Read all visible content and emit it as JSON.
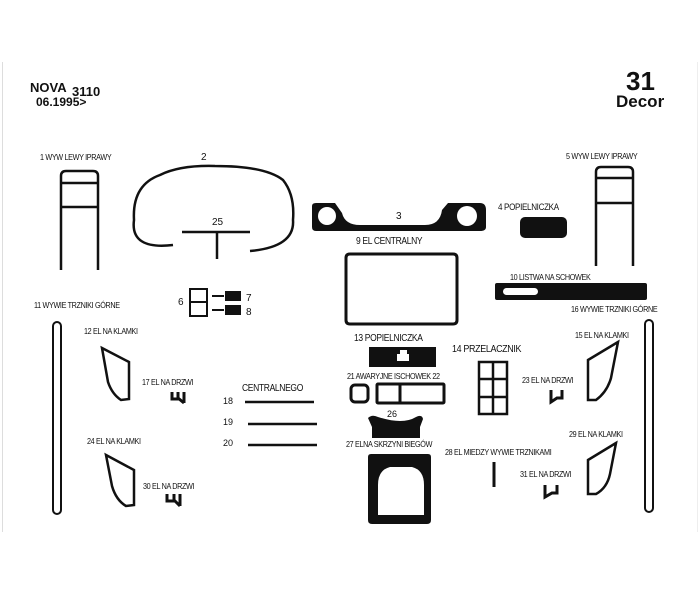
{
  "header": {
    "model": "NOVA",
    "code": "3110",
    "date": "06.1995>",
    "set_number": "31",
    "brand": "Decor"
  },
  "parts": {
    "p1": "1  WYW LEWY IPRAWY",
    "p2": "2",
    "p3": "3",
    "p4": "4  POPIELNICZKA",
    "p5": "5  WYW LEWY IPRAWY",
    "p6": "6",
    "p7": "7",
    "p8": "8",
    "p9": "9  EL CENTRALNY",
    "p10": "10  LISTWA NA SCHOWEK",
    "p11": "11  WYWIE TRZNIKI GÓRNE",
    "p12": "12  EL NA KLAMKI",
    "p13": "13  POPIELNICZKA",
    "p14": "14 PRZELACZNIK",
    "p15": "15  EL NA KLAMKI",
    "p16": "16  WYWIE TRZNIKI GÓRNE",
    "p17": "17  EL NA DRZWI",
    "centralnego": "CENTRALNEGO",
    "p18": "18",
    "p19": "19",
    "p20": "20",
    "p21_22": "21 AWARYJNE ISCHOWEK 22",
    "p23": "23  EL NA DRZWI",
    "p24": "24  EL NA KLAMKI",
    "p25": "25",
    "p26": "26",
    "p27": "27  ELNA SKRZYNI BIEGÓW",
    "p28": "28  EL MIEDZY WYWIE TRZNIKAMI",
    "p29": "29  EL NA KLAMKI",
    "p30": "30 EL NA DRZWI",
    "p31": "31 EL NA DRZWI"
  }
}
